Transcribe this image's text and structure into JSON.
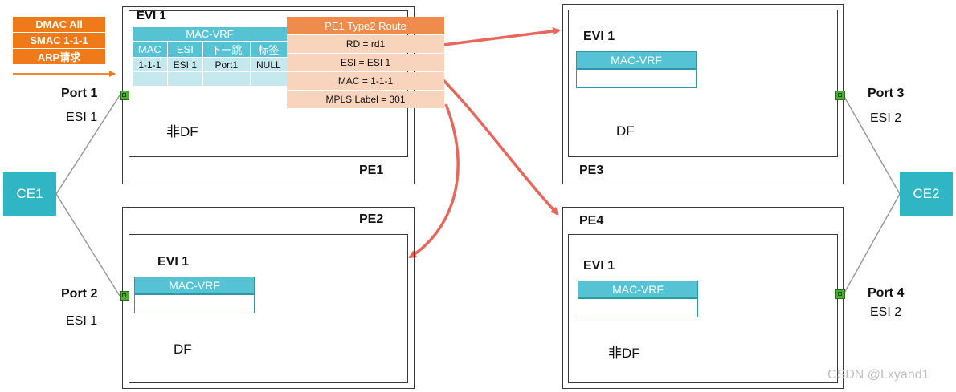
{
  "colors": {
    "accent": "#2fb5c4",
    "vrf": "#55c3d3",
    "route_head": "#ef8b4c",
    "route_row": "#f8d4bd",
    "arrow": "#e8665a",
    "packet": "#ef7a1a",
    "port": "#4caf32"
  },
  "packet": {
    "line1": "DMAC All",
    "line2": "SMAC 1-1-1",
    "line3": "ARP请求"
  },
  "ce1": "CE1",
  "ce2": "CE2",
  "port1": {
    "name": "Port 1",
    "esi": "ESI 1"
  },
  "port2": {
    "name": "Port 2",
    "esi": "ESI 1"
  },
  "port3": {
    "name": "Port 3",
    "esi": "ESI 2"
  },
  "port4": {
    "name": "Port 4",
    "esi": "ESI 2"
  },
  "pe1": {
    "name": "PE1",
    "evi": "EVI 1",
    "role": "非DF",
    "table": {
      "title": "MAC-VRF",
      "headers": [
        "MAC",
        "ESI",
        "下一跳",
        "标签"
      ],
      "rows": [
        [
          "1-1-1",
          "ESI 1",
          "Port1",
          "NULL"
        ],
        [
          "",
          "",
          "",
          ""
        ]
      ]
    }
  },
  "pe2": {
    "name": "PE2",
    "evi": "EVI 1",
    "vrf": "MAC-VRF",
    "role": "DF"
  },
  "pe3": {
    "name": "PE3",
    "evi": "EVI 1",
    "vrf": "MAC-VRF",
    "role": "DF"
  },
  "pe4": {
    "name": "PE4",
    "evi": "EVI 1",
    "vrf": "MAC-VRF",
    "role": "非DF"
  },
  "route": {
    "title": "PE1 Type2 Route",
    "rows": [
      "RD = rd1",
      "ESI = ESI 1",
      "MAC = 1-1-1",
      "MPLS Label = 301"
    ]
  },
  "watermark": "CSDN @Lxyand1"
}
